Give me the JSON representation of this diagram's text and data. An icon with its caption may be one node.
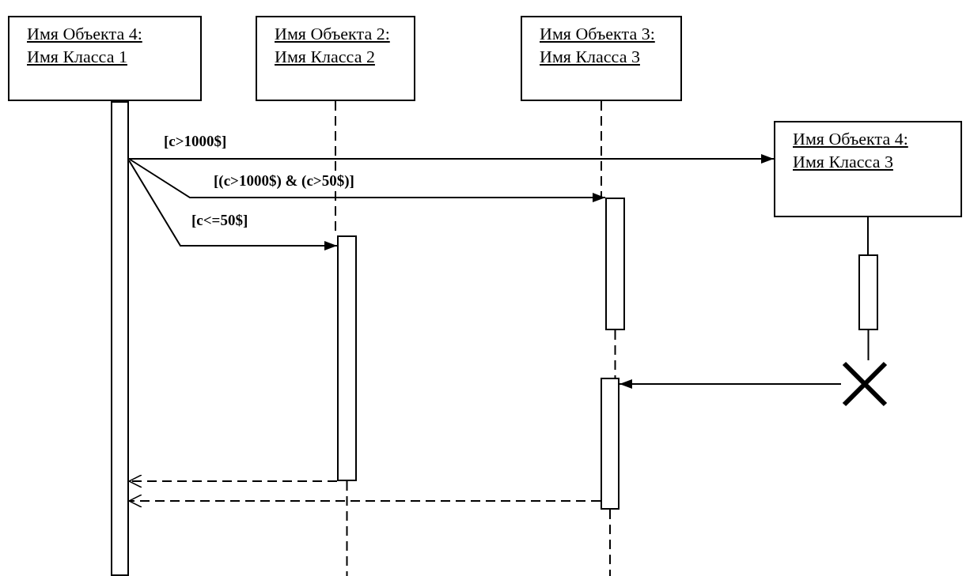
{
  "diagram": {
    "nodes": [
      {
        "text": [
          "Имя Объекта 4: Имя Класса 1"
        ]
      },
      {
        "text": [
          "Имя Объекта 2: Имя Класса 2"
        ]
      },
      {
        "text": [
          "Имя Объекта 3: Имя Класса 3"
        ]
      },
      {
        "text": [
          "Имя Объекта 4: Имя Класса 3"
        ]
      },
      {
        "text": [],
        "shape": "bar"
      },
      {
        "text": [],
        "shape": "bar"
      },
      {
        "text": [],
        "shape": "bar"
      },
      {
        "text": [],
        "shape": "bar"
      },
      {
        "text": [],
        "shape": "bar"
      },
      {
        "text": [],
        "shape": "cross"
      }
    ],
    "edges": [
      {
        "from": 4,
        "to": 3,
        "arrow": "to",
        "label": "[c>1000$]"
      },
      {
        "from": 4,
        "to": 6,
        "arrow": "to",
        "label": "[(c>1000$) & (c>50$)]"
      },
      {
        "from": 4,
        "to": 5,
        "arrow": "to",
        "label": "[c<=50$]"
      },
      {
        "from": 9,
        "to": 7,
        "arrow": "to"
      },
      {
        "from": 5,
        "to": 4,
        "arrow": "to",
        "style": "dashed"
      },
      {
        "from": 7,
        "to": 4,
        "arrow": "to",
        "style": "dashed"
      },
      {
        "from": 1,
        "to": 5,
        "arrow": "none",
        "style": "dashed"
      },
      {
        "from": 2,
        "to": 6,
        "arrow": "none",
        "style": "dashed"
      },
      {
        "from": 6,
        "to": 7,
        "arrow": "none",
        "style": "dashed"
      },
      {
        "from": 3,
        "to": 8,
        "arrow": "none"
      },
      {
        "from": 8,
        "to": 9,
        "arrow": "none"
      },
      {
        "from": 5,
        "to": null,
        "arrow": "none",
        "style": "dashed"
      },
      {
        "from": 7,
        "to": null,
        "arrow": "none",
        "style": "dashed"
      }
    ]
  }
}
